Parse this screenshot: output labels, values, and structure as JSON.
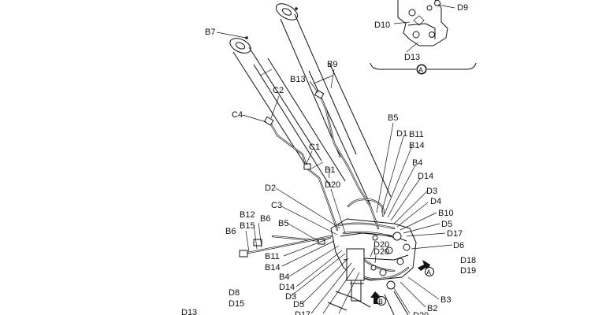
{
  "labels": {
    "B1": "B1",
    "B2": "B2",
    "B3": "B3",
    "B4": "B4",
    "B5": "B5",
    "B6": "B6",
    "B7": "B7",
    "B9": "B9",
    "B10": "B10",
    "B11": "B11",
    "B12": "B12",
    "B13": "B13",
    "B14": "B14",
    "B15": "B15",
    "C1": "C1",
    "C2": "C2",
    "C3": "C3",
    "C4": "C4",
    "D1": "D1",
    "D2": "D2",
    "D3": "D3",
    "D4": "D4",
    "D5": "D5",
    "D6": "D6",
    "D8": "D8",
    "D9": "D9",
    "D10": "D10",
    "D13": "D13",
    "D14": "D14",
    "D15": "D15",
    "D17": "D17",
    "D18": "D18",
    "D19": "D19",
    "D20": "D20",
    "viewA": "A",
    "viewB": "B"
  }
}
